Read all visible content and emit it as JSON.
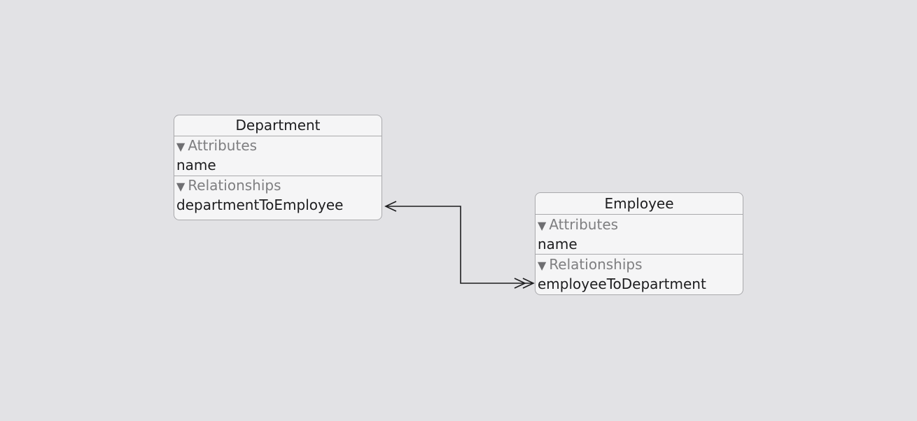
{
  "entities": [
    {
      "title": "Department",
      "attributes_header": "Attributes",
      "attributes": [
        "name"
      ],
      "relationships_header": "Relationships",
      "relationships": [
        "departmentToEmployee"
      ]
    },
    {
      "title": "Employee",
      "attributes_header": "Attributes",
      "attributes": [
        "name"
      ],
      "relationships_header": "Relationships",
      "relationships": [
        "employeeToDepartment"
      ]
    }
  ],
  "connections": [
    {
      "from": "Department.departmentToEmployee",
      "to": "Employee.employeeToDepartment",
      "from_arrow": "to-one",
      "to_arrow": "to-many"
    }
  ],
  "colors": {
    "background": "#e2e2e5",
    "entity_fill": "#f5f5f6",
    "entity_border": "#a9a9ac",
    "header_text": "#7e7e80",
    "text": "#1d1d1f",
    "connector": "#1d1d1f"
  },
  "icons": {
    "section_disclosure": "triangle-down-icon"
  }
}
